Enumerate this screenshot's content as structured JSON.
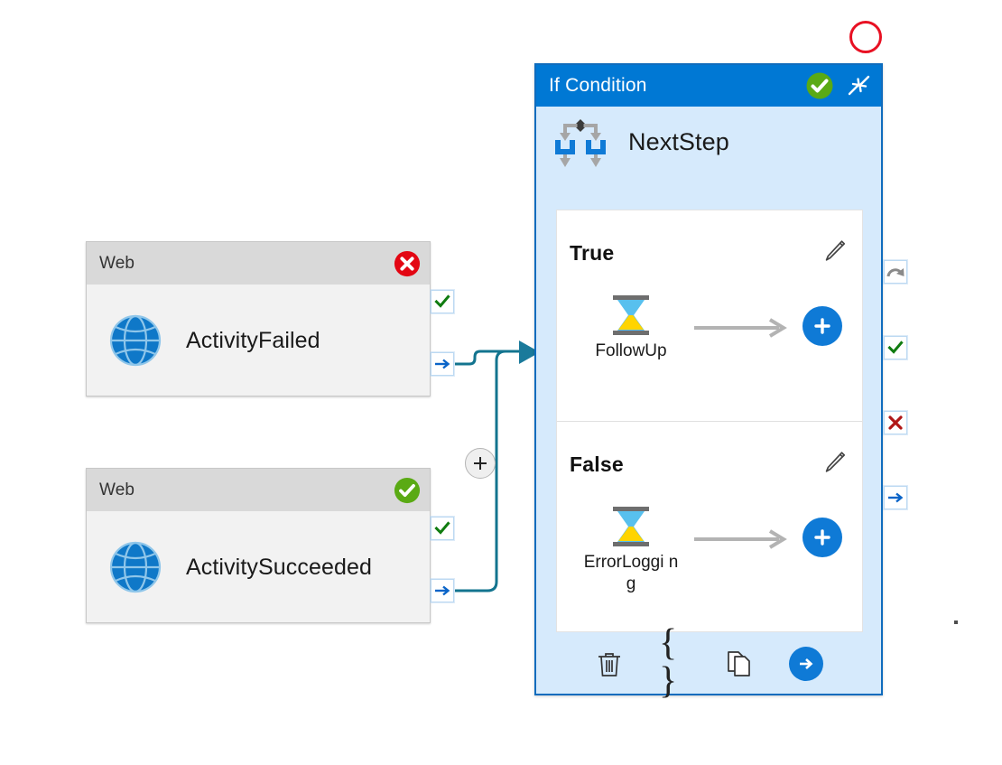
{
  "canvas": {
    "accent_blue": "#0078d4",
    "panel_bg": "#d6eafc",
    "connector_color": "#13748f",
    "success_green": "#3f9c0f",
    "error_red": "#e81123",
    "add_button_blue": "#0f7ad6"
  },
  "cards": [
    {
      "header_title": "Web",
      "status": "failed",
      "status_icon": "error-circle-icon",
      "name": "ActivityFailed",
      "icon": "globe-icon",
      "handles": [
        {
          "name": "success-handle",
          "icon": "green-check-icon"
        },
        {
          "name": "next-handle",
          "icon": "blue-arrow-right-icon"
        }
      ]
    },
    {
      "header_title": "Web",
      "status": "succeeded",
      "status_icon": "success-circle-icon",
      "name": "ActivitySucceeded",
      "icon": "globe-icon",
      "handles": [
        {
          "name": "success-handle",
          "icon": "green-check-icon"
        },
        {
          "name": "next-handle",
          "icon": "blue-arrow-right-icon"
        }
      ]
    }
  ],
  "connector": {
    "add_label": "+",
    "add_icon": "plus-circle-icon"
  },
  "if_panel": {
    "header": {
      "title": "If Condition",
      "status_icon": "success-circle-icon",
      "resize_icon": "collapse-diagonal-icon"
    },
    "step": {
      "name": "NextStep",
      "icon": "if-condition-branch-icon"
    },
    "branches": [
      {
        "label": "True",
        "edit_icon": "pencil-icon",
        "step_name": "FollowUp",
        "step_icon": "hourglass-icon",
        "arrow_icon": "gray-arrow-right-icon",
        "add_icon": "plus-icon"
      },
      {
        "label": "False",
        "edit_icon": "pencil-icon",
        "step_name": "ErrorLoggi ng",
        "step_icon": "hourglass-icon",
        "arrow_icon": "gray-arrow-right-icon",
        "add_icon": "plus-icon"
      }
    ],
    "footer": [
      {
        "name": "delete-button",
        "icon": "trash-icon",
        "label": ""
      },
      {
        "name": "code-view-button",
        "icon": "braces-icon",
        "label": "{ }"
      },
      {
        "name": "copy-button",
        "icon": "copy-icon",
        "label": ""
      },
      {
        "name": "go-button",
        "icon": "arrow-right-circle-icon",
        "label": ""
      }
    ],
    "handles": [
      {
        "name": "retry-handle",
        "icon": "retry-arrow-icon"
      },
      {
        "name": "success-handle",
        "icon": "green-check-icon"
      },
      {
        "name": "failure-handle",
        "icon": "red-x-icon"
      },
      {
        "name": "next-handle",
        "icon": "blue-arrow-right-icon"
      }
    ]
  },
  "annotation": {
    "marker": "red-circle-marker"
  }
}
